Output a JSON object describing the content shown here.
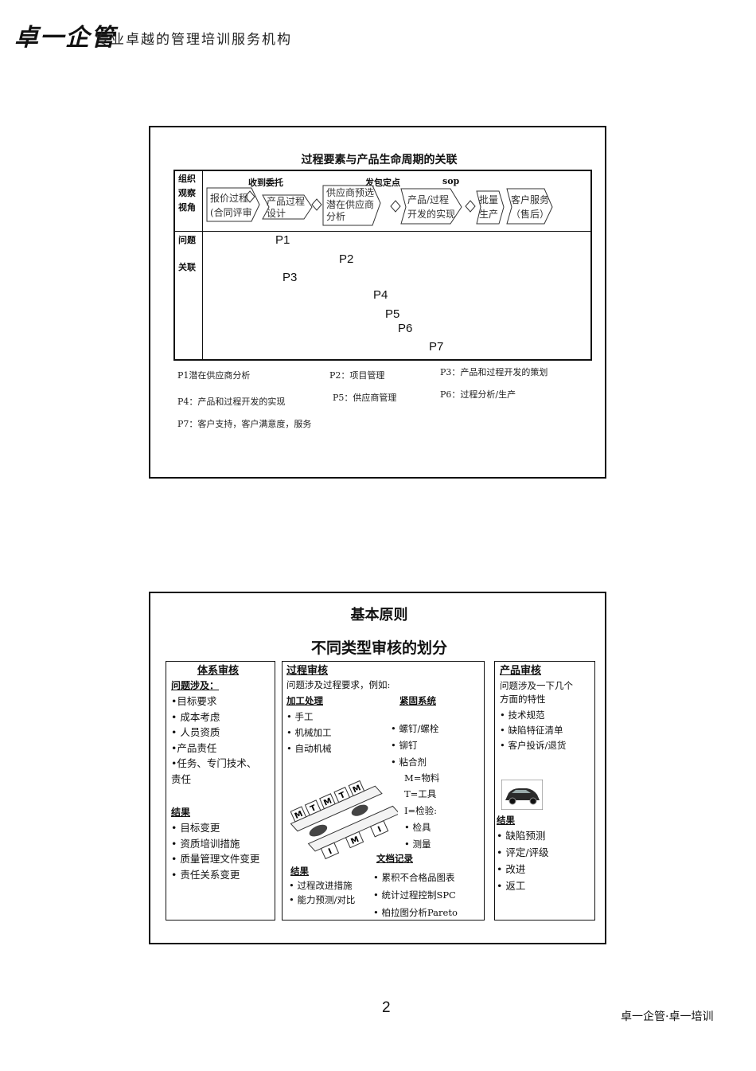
{
  "header": {
    "logo_text": "卓一企管",
    "slogan": "专业卓越的管理培训服务机构"
  },
  "slide1": {
    "title": "过程要素与产品生命周期的关联",
    "row_label_top": [
      "组织",
      "观察",
      "视角"
    ],
    "row_label_bottom": [
      "问题",
      "关联"
    ],
    "milestones": [
      "收到委托",
      "发包定点",
      "sop"
    ],
    "phases": [
      {
        "lines": [
          "报价过程",
          "(合同评审"
        ]
      },
      {
        "lines": [
          "产品过程",
          "设计"
        ]
      },
      {
        "lines": [
          "供应商预选",
          "潜在供应商",
          "分析"
        ]
      },
      {
        "lines": [
          "产品/过程",
          "开发的实现"
        ]
      },
      {
        "lines": [
          "批量",
          "生产"
        ]
      },
      {
        "lines": [
          "客户服务",
          "（售后）"
        ]
      }
    ],
    "points": [
      "P1",
      "P2",
      "P3",
      "P4",
      "P5",
      "P6",
      "P7"
    ],
    "legend": {
      "p1": "P1潜在供应商分析",
      "p2": "P2：项目管理",
      "p3": "P3：产品和过程开发的策划",
      "p4": "P4：产品和过程开发的实现",
      "p5": "P5：供应商管理",
      "p6": "P6：过程分析/生产",
      "p7": "P7：客户支持，客户满意度，服务"
    }
  },
  "slide2": {
    "title": "基本原则",
    "subtitle": "不同类型审核的划分",
    "system_audit": {
      "heading": "体系审核",
      "issues_heading": "问题涉及：",
      "items": [
        "•目标要求",
        "• 成本考虑",
        "• 人员资质",
        "•产品责任",
        "•任务、专门技术、",
        "  责任"
      ],
      "result_heading": "结果",
      "results": [
        "• 目标变更",
        "• 资质培训措施",
        "• 质量管理文件变更",
        "• 责任关系变更"
      ]
    },
    "process_audit": {
      "heading": "过程审核",
      "intro": "问题涉及过程要求，例如:",
      "machining_heading": "加工处理",
      "machining_items": [
        "•  手工",
        "•  机械加工",
        "•  自动机械"
      ],
      "fastening_heading": "紧固系统",
      "fastening_items": [
        "•    螺钉/螺栓",
        "•    铆钉",
        "•    粘合剂"
      ],
      "mti_items": [
        "M=物料",
        "T=工具",
        "I=检验:",
        "•    检具",
        "•    测量"
      ],
      "docs_heading": "文档记录",
      "docs_items": [
        "•   累积不合格品图表",
        "•   统计过程控制SPC",
        "•   柏拉图分析Pareto"
      ],
      "result_heading": "结果",
      "results": [
        "•    过程改进措施",
        "•    能力预测/对比"
      ],
      "diagram_letters": [
        "M",
        "T",
        "M",
        "T",
        "M",
        "I",
        "M",
        "I"
      ]
    },
    "product_audit": {
      "heading": "产品审核",
      "intro": [
        "问题涉及一下几个",
        "方面的特性"
      ],
      "items": [
        "•  技术规范",
        "•  缺陷特征清单",
        "•  客户投诉/退货"
      ],
      "result_heading": "结果",
      "results": [
        "•    缺陷预测",
        "•    评定/评级",
        "•    改进",
        "•    返工"
      ]
    }
  },
  "footer": {
    "page_number": "2",
    "brand": "卓一企管·卓一培训"
  }
}
